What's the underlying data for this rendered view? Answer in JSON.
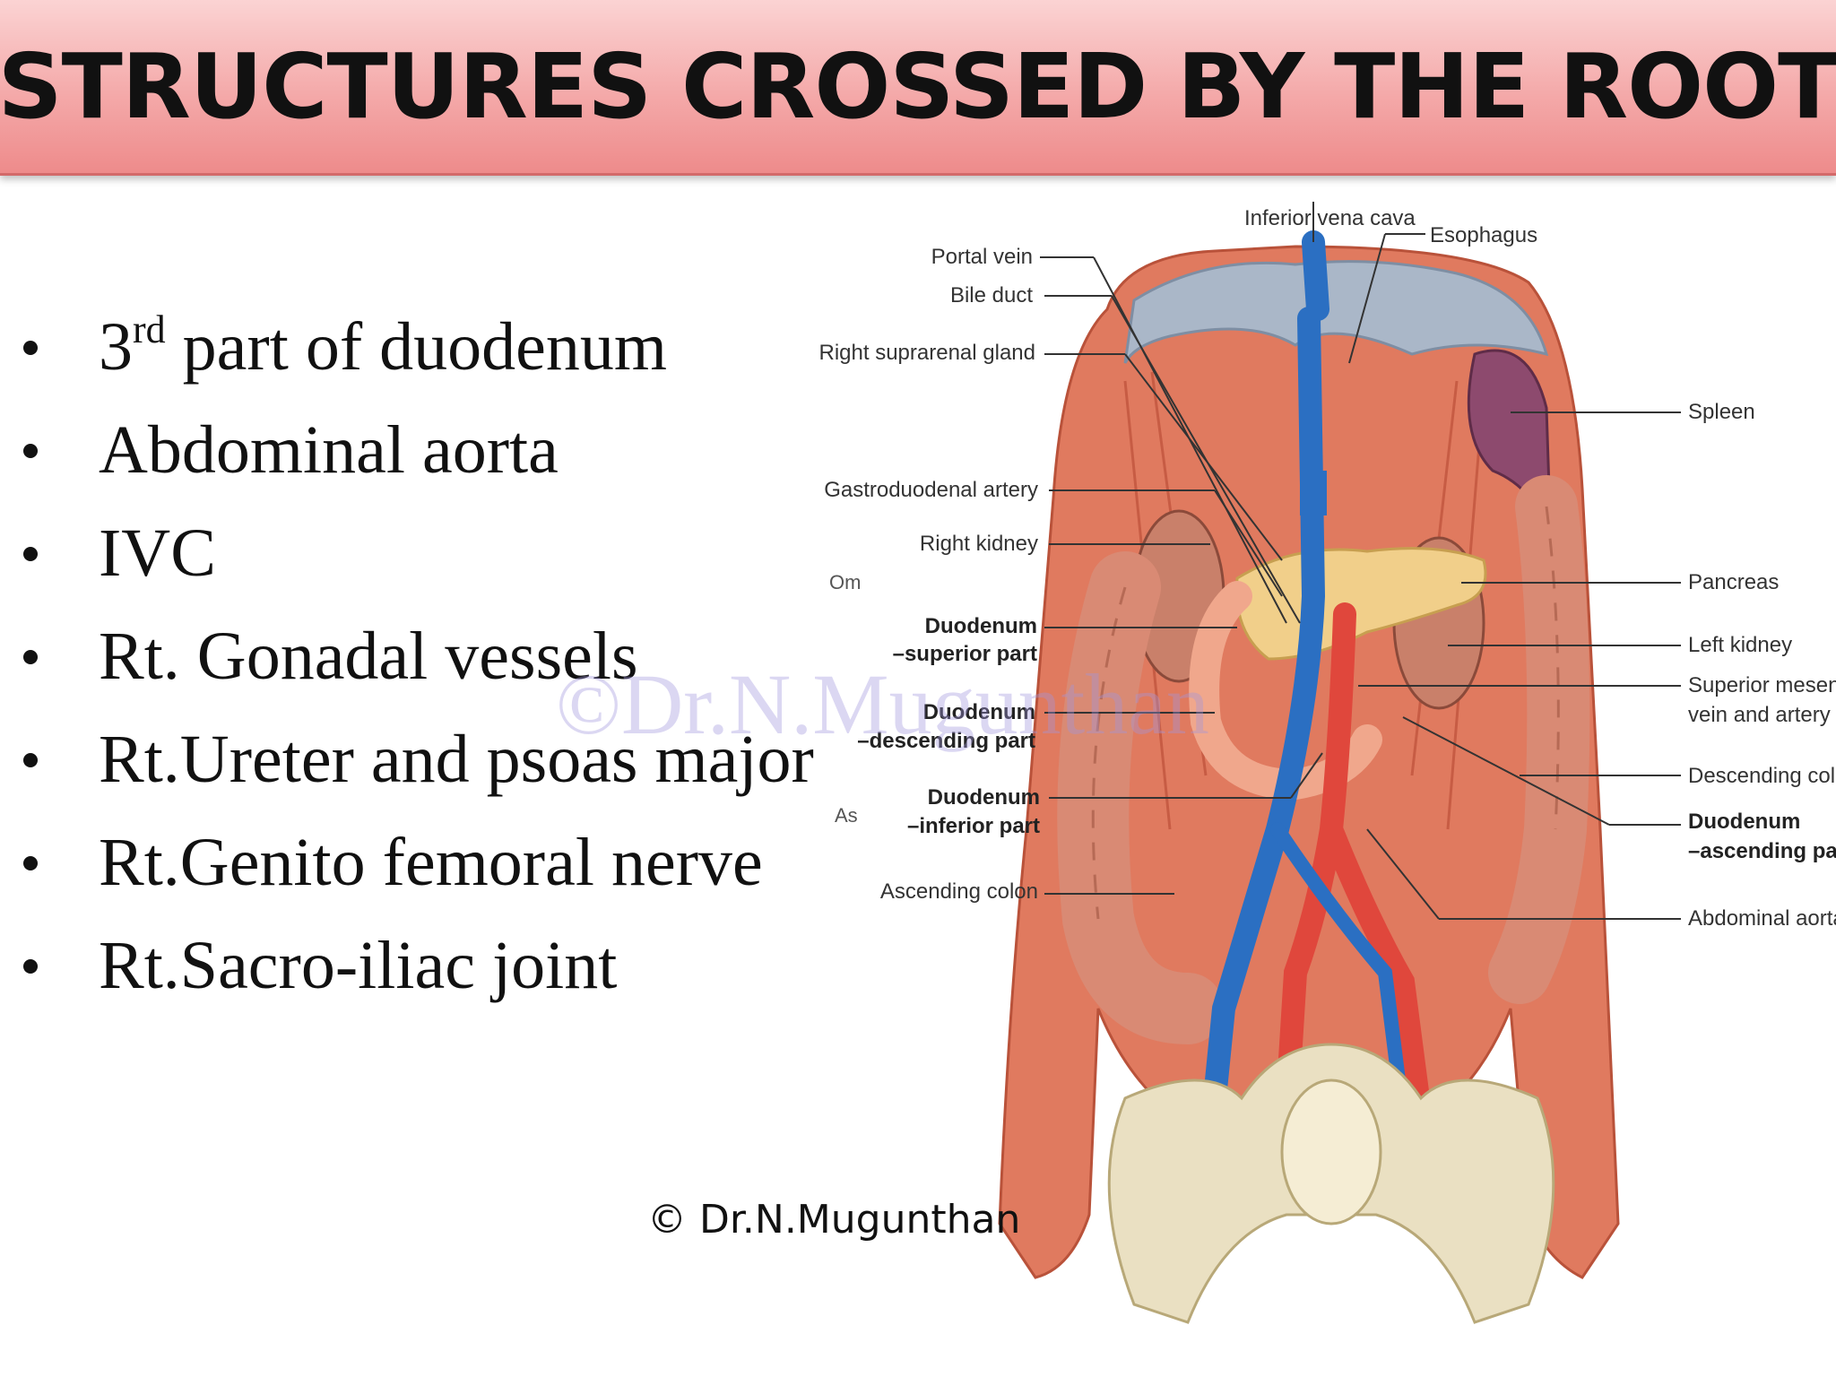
{
  "title": "STRUCTURES CROSSED BY THE ROOT",
  "bullets": [
    {
      "main": "3",
      "sup": "rd",
      "rest": " part of duodenum"
    },
    {
      "main": "Abdominal aorta"
    },
    {
      "main": "IVC"
    },
    {
      "main": "Rt. Gonadal vessels"
    },
    {
      "main": "Rt.Ureter and psoas major"
    },
    {
      "main": "Rt.Genito femoral nerve"
    },
    {
      "main": "Rt.Sacro-iliac joint"
    }
  ],
  "watermark": "©Dr.N.Mugunthan",
  "copyright": "© Dr.N.Mugunthan",
  "figure": {
    "labels": {
      "inferior_vena_cava": "Inferior vena cava",
      "esophagus": "Esophagus",
      "portal_vein": "Portal vein",
      "bile_duct": "Bile duct",
      "right_suprarenal_gland": "Right suprarenal gland",
      "spleen": "Spleen",
      "gastroduodenal_artery": "Gastroduodenal artery",
      "right_kidney": "Right kidney",
      "pancreas": "Pancreas",
      "duodenum_superior_1": "Duodenum",
      "duodenum_superior_2": "–superior part",
      "left_kidney": "Left kidney",
      "superior_mesenteric_1": "Superior mesenteric",
      "superior_mesenteric_2": "vein and artery",
      "duodenum_descending_1": "Duodenum",
      "duodenum_descending_2": "–descending part",
      "descending_colon": "Descending colon",
      "duodenum_inferior_1": "Duodenum",
      "duodenum_inferior_2": "–inferior part",
      "duodenum_ascending_1": "Duodenum",
      "duodenum_ascending_2": "–ascending part",
      "ascending_colon": "Ascending colon",
      "abdominal_aorta": "Abdominal aorta",
      "fragment_om": "Om",
      "fragment_as": "As"
    }
  },
  "colors": {
    "title_bar": "#f4a9a9",
    "muscle": "#e07a5f",
    "ivc": "#2b6fc2",
    "aorta": "#e0473c",
    "pancreas": "#f1cf8a",
    "spleen": "#8d4a6e",
    "bone": "#eae0c2"
  }
}
